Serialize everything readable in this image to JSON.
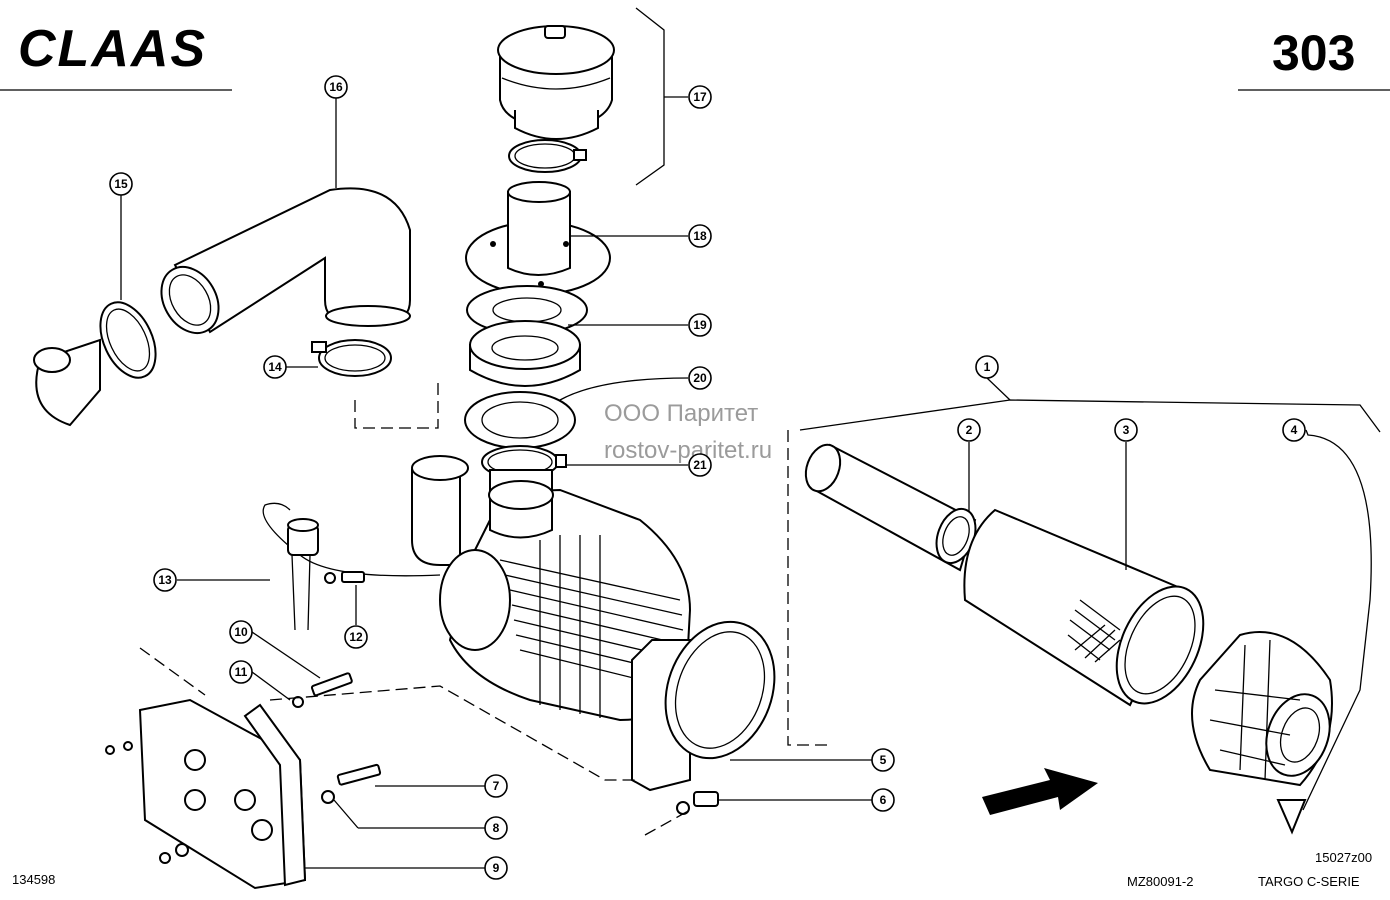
{
  "header": {
    "brand": "CLAAS",
    "page_number": "303"
  },
  "footer": {
    "drawing_id_left": "134598",
    "drawing_ref": "MZ80091-2",
    "series": "TARGO C-SERIE",
    "figure_code": "15027z00"
  },
  "watermark": {
    "line1": "ООО Паритет",
    "line2": "rostov-paritet.ru"
  },
  "callouts": [
    "1",
    "2",
    "3",
    "4",
    "5",
    "6",
    "7",
    "8",
    "9",
    "10",
    "11",
    "12",
    "13",
    "14",
    "15",
    "16",
    "17",
    "18",
    "19",
    "20",
    "21"
  ]
}
